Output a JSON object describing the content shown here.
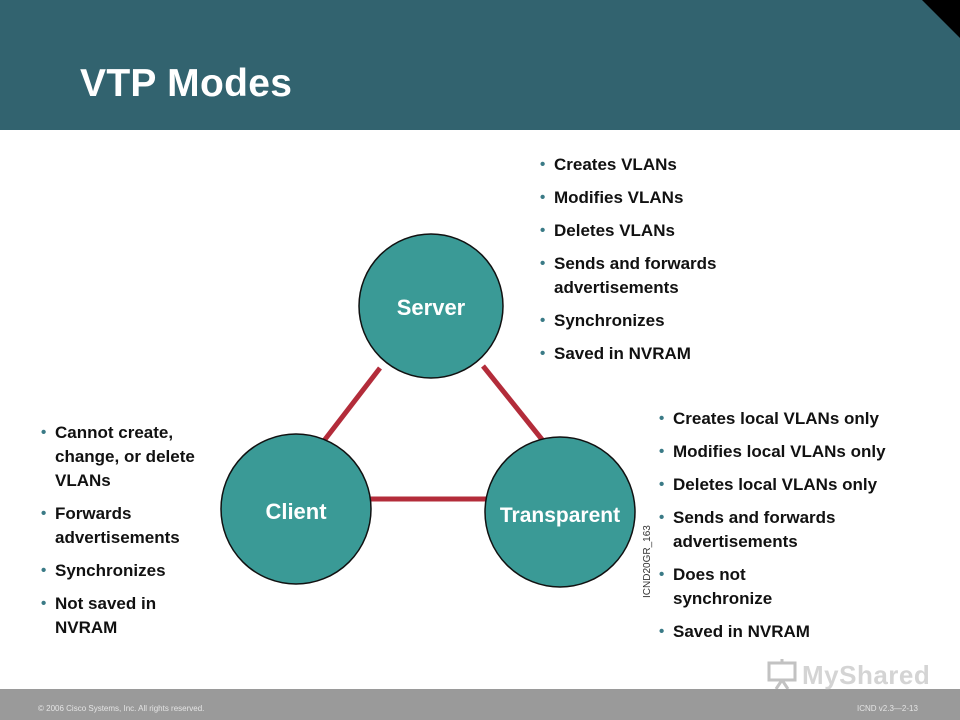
{
  "slide": {
    "title": "VTP Modes",
    "figure_id": "ICND20GR_163",
    "footer_left": "© 2006 Cisco Systems, Inc. All rights reserved.",
    "footer_right": "ICND v2.3—2-13",
    "watermark": "MyShared"
  },
  "nodes": {
    "server": "Server",
    "client": "Client",
    "transparent": "Transparent"
  },
  "server_features": [
    "Creates VLANs",
    "Modifies VLANs",
    "Deletes VLANs",
    "Sends and forwards advertisements",
    "Synchronizes",
    "Saved in NVRAM"
  ],
  "client_features": [
    "Cannot create, change, or delete VLANs",
    "Forwards advertisements",
    "Synchronizes",
    "Not saved in NVRAM"
  ],
  "transparent_features": [
    "Creates local VLANs only",
    "Modifies local VLANs only",
    "Deletes local VLANs only",
    "Sends and forwards advertisements",
    "Does not synchronize",
    "Saved in NVRAM"
  ],
  "colors": {
    "header": "#32636f",
    "node_fill": "#3a9a96",
    "link": "#b32c3a"
  }
}
